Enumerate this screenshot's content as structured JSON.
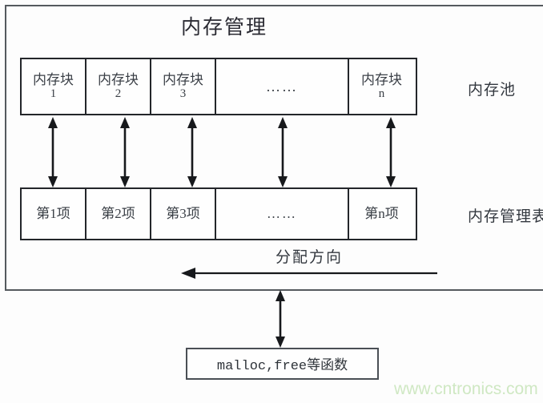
{
  "diagram": {
    "title": "内存管理",
    "watermark": "www.cntronics.com"
  },
  "memory_pool": {
    "side_label": "内存池",
    "cells": [
      {
        "name": "内存块",
        "index": "1"
      },
      {
        "name": "内存块",
        "index": "2"
      },
      {
        "name": "内存块",
        "index": "3"
      },
      {
        "name": "……",
        "index": ""
      },
      {
        "name": "内存块",
        "index": "n"
      }
    ]
  },
  "management_table": {
    "side_label": "内存管理表",
    "cells": [
      {
        "label": "第1项"
      },
      {
        "label": "第2项"
      },
      {
        "label": "第3项"
      },
      {
        "label": "……"
      },
      {
        "label": "第n项"
      }
    ]
  },
  "allocation": {
    "label": "分配方向",
    "direction": "left"
  },
  "functions_box": {
    "label": "malloc,free等函数"
  },
  "connectors": {
    "pool_to_table_count": 5,
    "frame_to_functions": "double-arrow"
  },
  "colors": {
    "line": "#23262a",
    "frame": "#555a5e",
    "text": "#33383f",
    "watermark": "#cfe8c3"
  }
}
